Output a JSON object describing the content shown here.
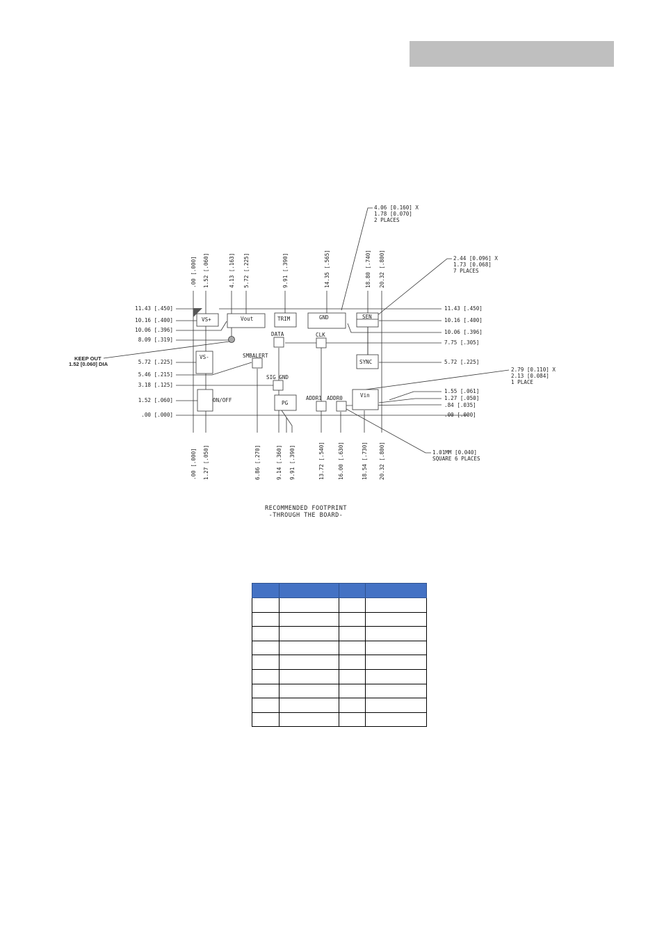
{
  "header": {
    "bar_color": "#bfbfbf"
  },
  "footprint": {
    "top_dims": [
      ".00 [.000]",
      "1.52 [.060]",
      "4.13 [.163]",
      "5.72 [.225]",
      "9.91 [.390]",
      "14.35 [.565]",
      "18.80 [.740]",
      "20.32 [.800]"
    ],
    "bottom_dims": [
      ".00 [.000]",
      "1.27 [.050]",
      "6.86 [.270]",
      "9.14 [.360]",
      "9.91 [.390]",
      "13.72 [.540]",
      "16.00 [.630]",
      "18.54 [.730]",
      "20.32 [.800]"
    ],
    "left_dims": [
      "11.43 [.450]",
      "10.16 [.400]",
      "10.06 [.396]",
      "8.09 [.319]",
      "5.72 [.225]",
      "5.46 [.215]",
      "3.18 [.125]",
      "1.52 [.060]",
      ".00 [.000]"
    ],
    "right_dims": [
      "11.43 [.450]",
      "10.16 [.400]",
      "10.06 [.396]",
      "7.75 [.305]",
      "5.72 [.225]",
      "1.55 [.061]",
      "1.27 [.050]",
      ".84 [.035]",
      ".00 [.000]"
    ],
    "pads": {
      "vs_plus": "VS+",
      "vout": "Vout",
      "trim": "TRIM",
      "gnd": "GND",
      "sen": "SEN",
      "data": "DATA",
      "clk": "CLK",
      "vs_minus": "VS-",
      "smbalert": "SMBALERT",
      "sync": "SYNC",
      "sig_gnd": "SIG GND",
      "vin": "Vin",
      "on_off": "ON/OFF",
      "pg": "PG",
      "addr1": "ADDR1",
      "addr0": "ADDR0"
    },
    "callouts": {
      "large_pad": [
        "4.06 [0.160] X",
        "1.78 [0.070]",
        "2 PLACES"
      ],
      "medium_pad": [
        "2.44  [0.096] X",
        "1.73 [0.068]",
        "7 PLACES"
      ],
      "vin_pad": [
        "2.79 [0.110] X",
        "2.13 [0.084]",
        "1 PLACE"
      ],
      "square_pad": [
        "1.01MM [0.040]",
        "SQUARE 6 PLACES"
      ],
      "keep_out": [
        "KEEP OUT",
        "1.52 [0.060] DIA"
      ]
    },
    "caption": [
      "RECOMMENDED FOOTPRINT",
      "-THROUGH THE BOARD-"
    ]
  },
  "table": {
    "header_color": "#4472c4",
    "headers": [
      "",
      "",
      "",
      ""
    ],
    "rows": [
      [
        "",
        "",
        "",
        ""
      ],
      [
        "",
        "",
        "",
        ""
      ],
      [
        "",
        "",
        "",
        ""
      ],
      [
        "",
        "",
        "",
        ""
      ],
      [
        "",
        "",
        "",
        ""
      ],
      [
        "",
        "",
        "",
        ""
      ],
      [
        "",
        "",
        "",
        ""
      ],
      [
        "",
        "",
        "",
        ""
      ],
      [
        "",
        "",
        "",
        ""
      ]
    ]
  }
}
